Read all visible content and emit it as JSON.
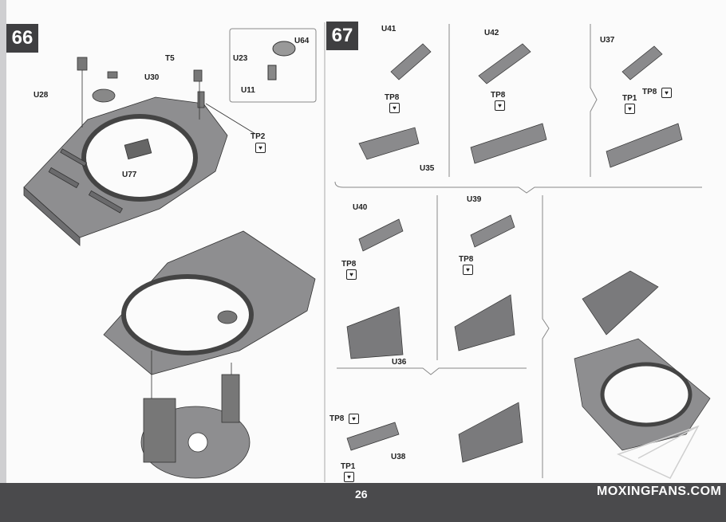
{
  "page_number": "26",
  "watermark": "MOXINGFANS.COM",
  "steps": [
    {
      "number": "66"
    },
    {
      "number": "67"
    }
  ],
  "labels": {
    "u28": "U28",
    "u30": "U30",
    "t5": "T5",
    "u23": "U23",
    "u64": "U64",
    "u11": "U11",
    "tp2": "TP2",
    "u77": "U77",
    "u41": "U41",
    "u42": "U42",
    "u37": "U37",
    "tp8_a": "TP8",
    "tp8_b": "TP8",
    "tp8_c": "TP8",
    "tp1_a": "TP1",
    "u35": "U35",
    "u40": "U40",
    "u39": "U39",
    "tp8_d": "TP8",
    "tp8_e": "TP8",
    "u36": "U36",
    "tp8_f": "TP8",
    "tp1_b": "TP1",
    "u38": "U38"
  },
  "icons": {
    "glue": "glue-icon",
    "heart": "♥"
  }
}
